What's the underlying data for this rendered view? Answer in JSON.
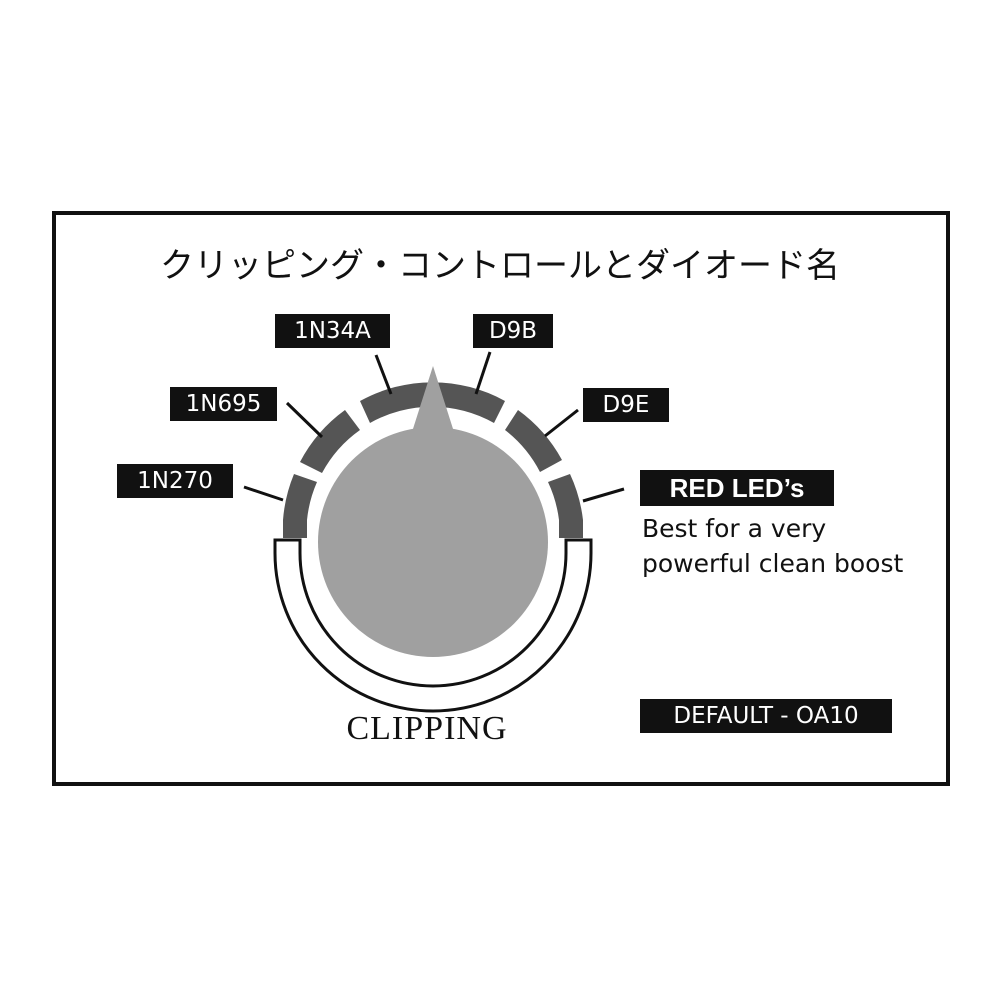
{
  "title": "クリッピング・コントロールとダイオード名",
  "diodes": {
    "d1": "1N270",
    "d2": "1N695",
    "d3": "1N34A",
    "d4": "D9B",
    "d5": "D9E",
    "d6": "RED LED’s"
  },
  "red_led_description": {
    "line1": "Best for a  very",
    "line2": "powerful clean boost"
  },
  "knob_label": "CLIPPING",
  "default_label": "DEFAULT - OA10",
  "colors": {
    "frame": "#111111",
    "knob_fill": "#a0a0a0",
    "segment_fill": "#555555",
    "label_bg": "#111111",
    "label_text": "#ffffff"
  }
}
